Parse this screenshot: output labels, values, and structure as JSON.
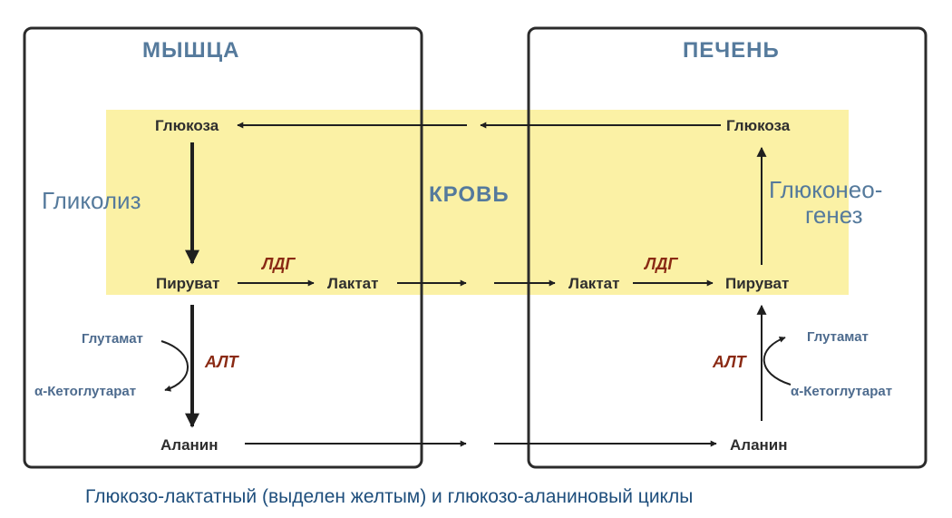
{
  "organs": {
    "muscle": "МЫШЦА",
    "liver": "ПЕЧЕНЬ",
    "blood": "КРОВЬ"
  },
  "processes": {
    "glycolysis": "Гликолиз",
    "gluconeogenesis_line1": "Глюконео-",
    "gluconeogenesis_line2": "генез"
  },
  "muscle": {
    "glucose": "Глюкоза",
    "pyruvate": "Пируват",
    "lactate": "Лактат",
    "ldh": "ЛДГ",
    "glutamate": "Глутамат",
    "ketoglutarate": "α-Кетоглутарат",
    "alt": "АЛТ",
    "alanine": "Аланин"
  },
  "liver": {
    "glucose": "Глюкоза",
    "pyruvate": "Пируват",
    "lactate": "Лактат",
    "ldh": "ЛДГ",
    "glutamate": "Глутамат",
    "ketoglutarate": "α-Кетоглутарат",
    "alt": "АЛТ",
    "alanine": "Аланин"
  },
  "caption": "Глюкозо-лактатный (выделен желтым) и глюкозо-аланиновый циклы",
  "colors": {
    "highlight": "#fbf1a5",
    "frame": "#2b2b2b",
    "arrow": "#1f1f1f",
    "organ_label": "#557a9c",
    "enzyme": "#8a2a14",
    "small_metabolite": "#4d6b8e",
    "caption": "#1e4e7c"
  }
}
